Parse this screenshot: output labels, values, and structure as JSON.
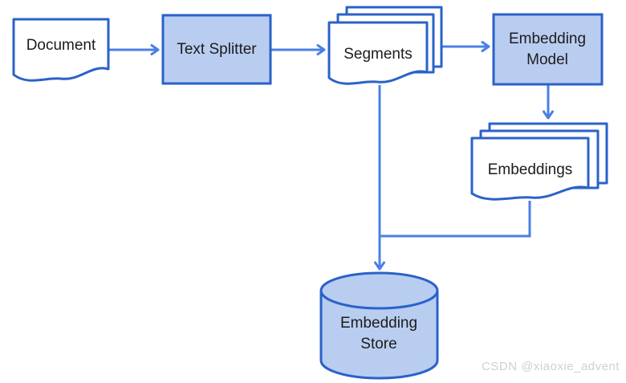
{
  "diagram": {
    "description": "Document embedding pipeline flowchart",
    "nodes": {
      "document": {
        "label": "Document",
        "shape": "document"
      },
      "text_splitter": {
        "label": "Text Splitter",
        "shape": "rectangle"
      },
      "segments": {
        "label": "Segments",
        "shape": "document-stack"
      },
      "embedding_model": {
        "label": "Embedding Model",
        "shape": "rectangle"
      },
      "embeddings": {
        "label": "Embeddings",
        "shape": "document-stack"
      },
      "embedding_store": {
        "label": "Embedding Store",
        "shape": "cylinder"
      }
    },
    "edges": [
      {
        "from": "document",
        "to": "text_splitter",
        "style": "arrow"
      },
      {
        "from": "text_splitter",
        "to": "segments",
        "style": "arrow"
      },
      {
        "from": "segments",
        "to": "embedding_model",
        "style": "arrow"
      },
      {
        "from": "embedding_model",
        "to": "embeddings",
        "style": "arrow"
      },
      {
        "from": "segments",
        "to": "embedding_store",
        "style": "arrow"
      },
      {
        "from": "embeddings",
        "to": "embedding_store",
        "style": "elbow-line"
      }
    ],
    "colors": {
      "background": "#ffffff",
      "node_fill": "#b9cdf0",
      "node_stroke": "#2a62c9",
      "doc_fill": "#ffffff",
      "arrow_color": "#4a80e4",
      "label_color": "#1c1c1c",
      "watermark_color": "#ced0d4"
    }
  },
  "watermark": {
    "text": "CSDN @xiaoxie_advent"
  }
}
